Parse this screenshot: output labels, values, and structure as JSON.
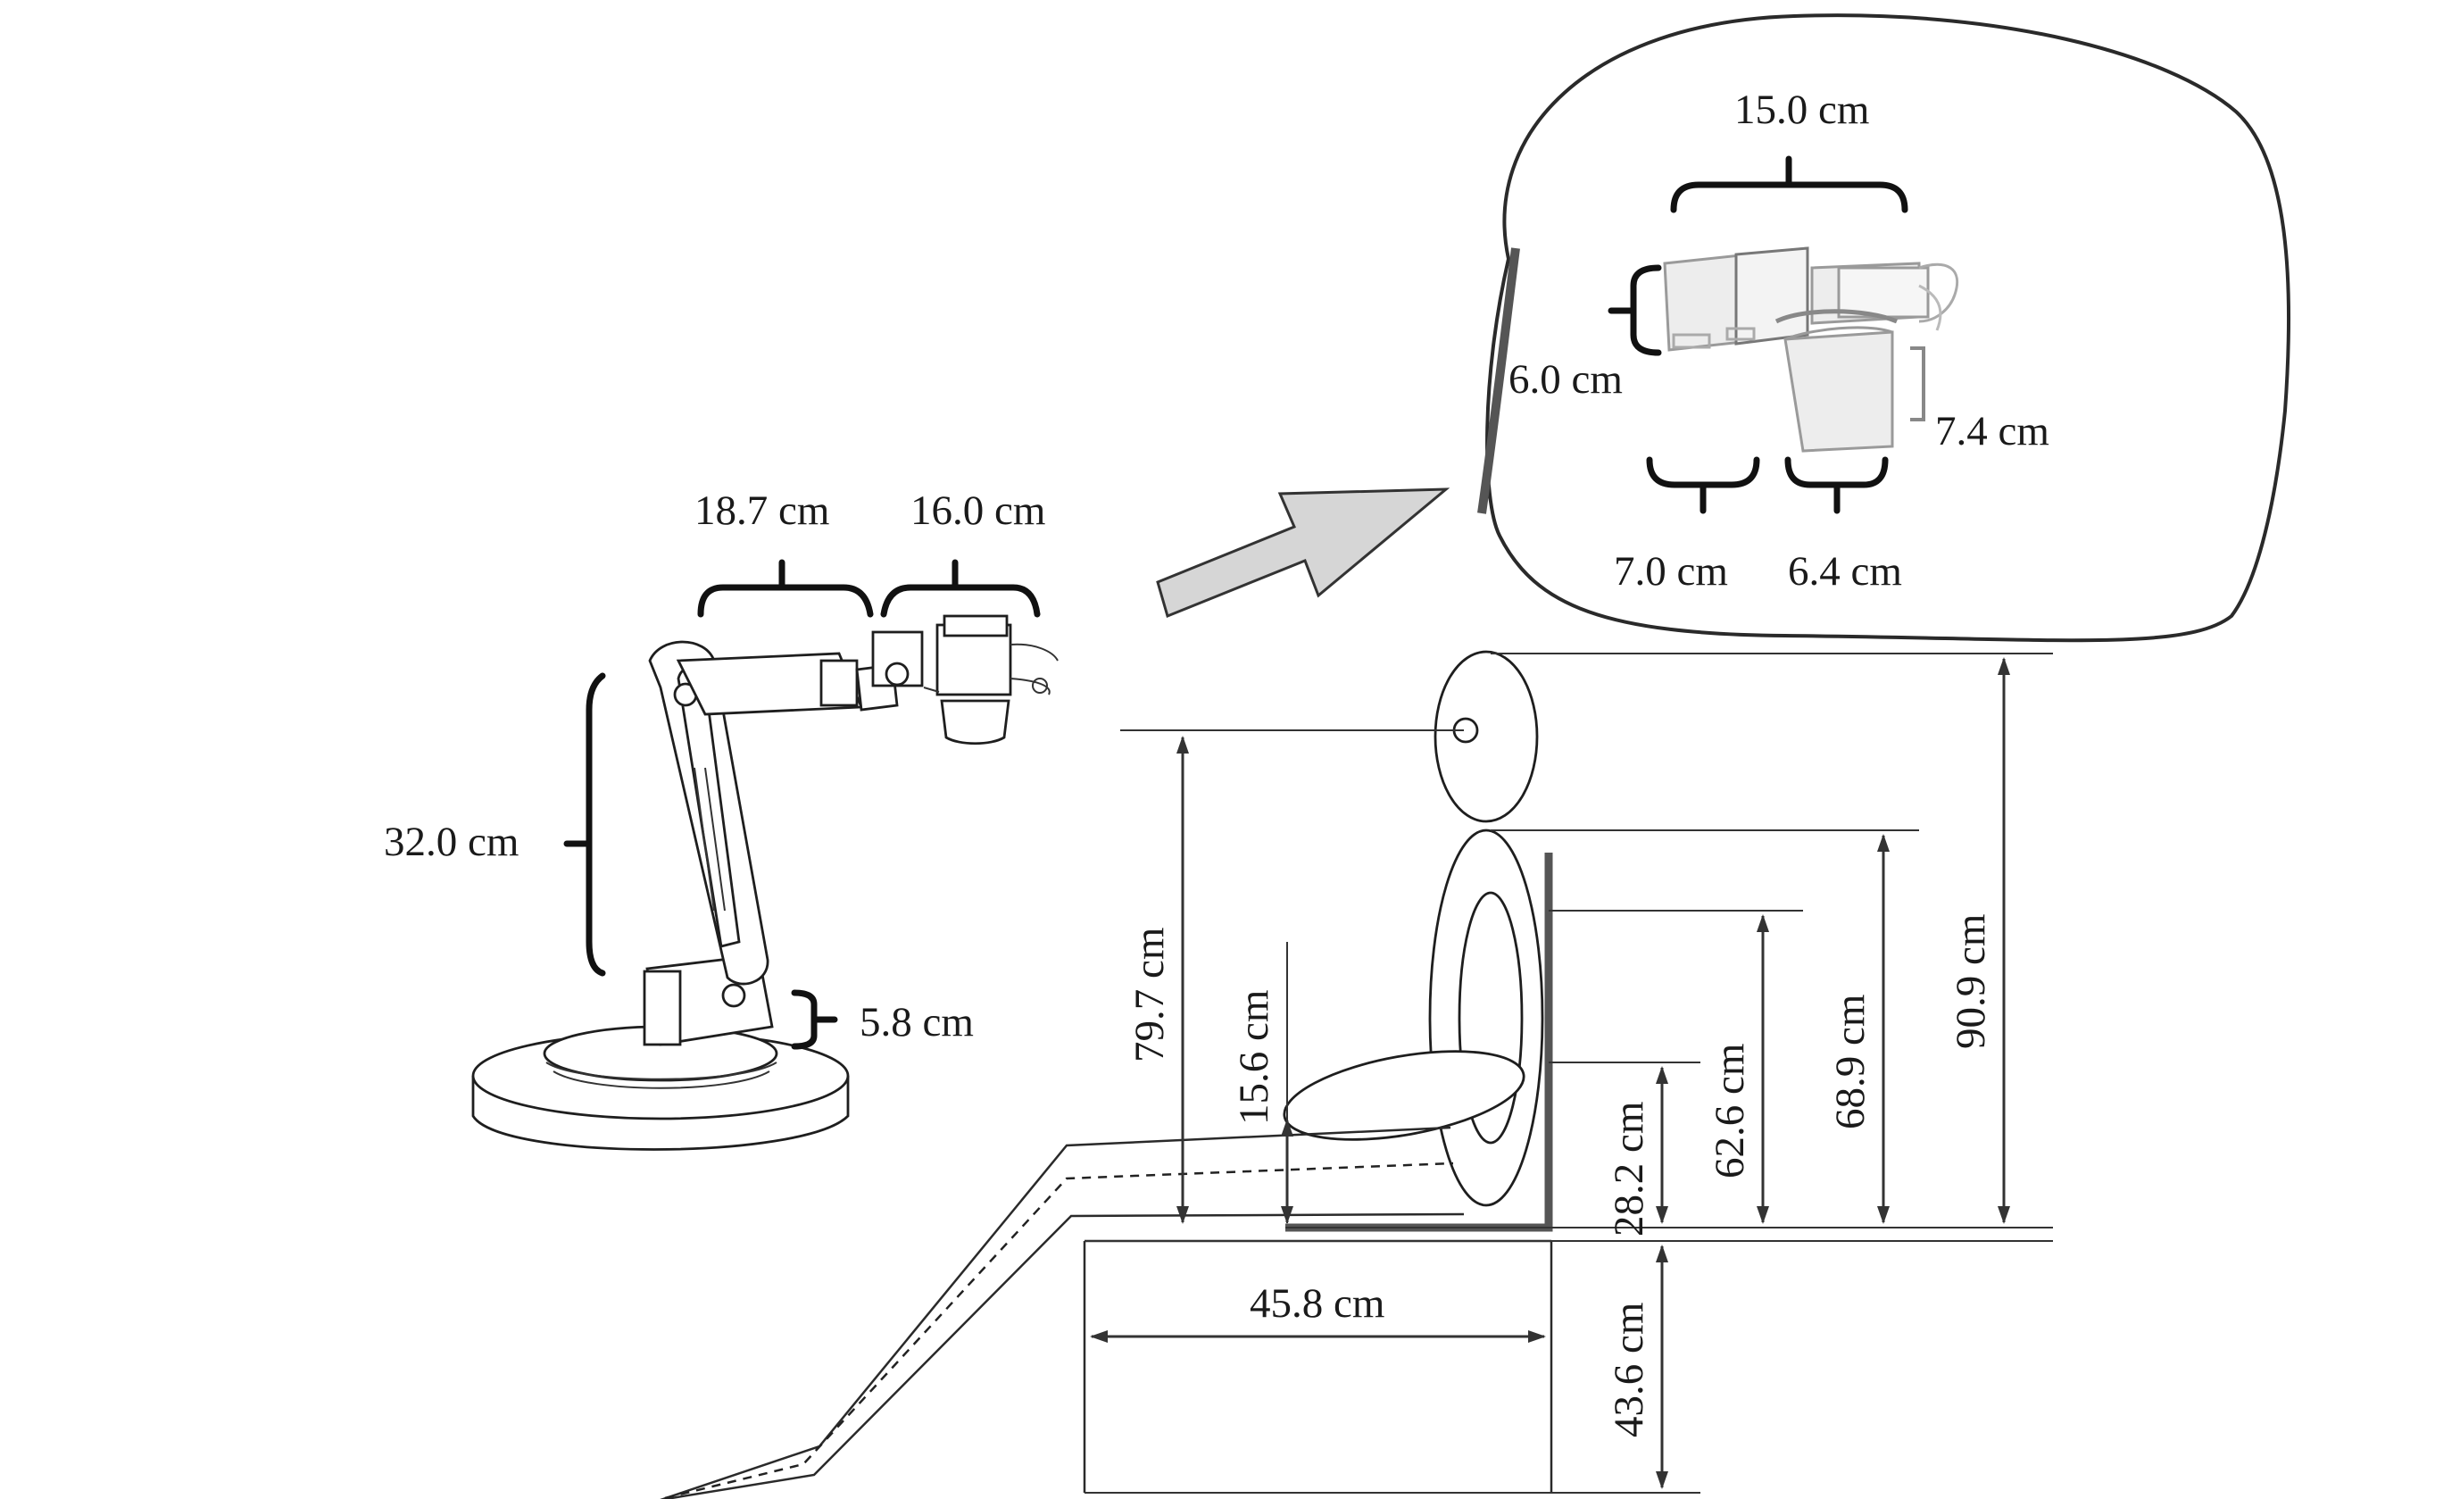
{
  "labels": {
    "zoom_width": "15.0 cm",
    "zoom_height": "6.0 cm",
    "zoom_cup": "7.4 cm",
    "zoom_base_left": "7.0 cm",
    "zoom_base_right": "6.4 cm",
    "arm_upper": "18.7 cm",
    "arm_gripper": "16.0 cm",
    "arm_vertical": "32.0 cm",
    "arm_base": "5.8 cm",
    "head_height": "79.7 cm",
    "knee_height": "15.6 cm",
    "seat_height": "28.2 cm",
    "chest_height": "62.6 cm",
    "shoulder_height": "68.9 cm",
    "total_height": "90.9 cm",
    "seat_depth": "45.8 cm",
    "chair_height": "43.6 cm"
  },
  "colors": {
    "line": "#2a2a2a",
    "arrow_fill": "#d6d6d6",
    "gripper_fill": "#ededed"
  }
}
